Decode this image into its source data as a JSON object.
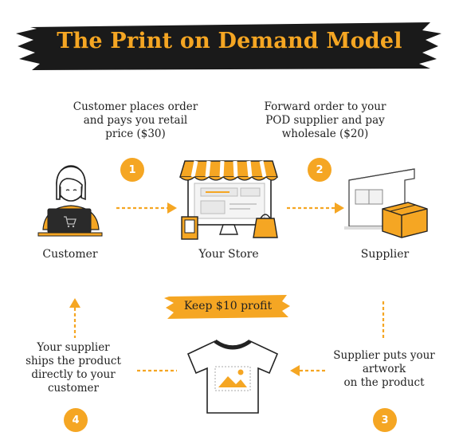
{
  "title": "The Print on Demand Model",
  "steps": [
    {
      "number": "1",
      "text": [
        "Customer places order",
        "and pays you retail",
        "price ($30)"
      ]
    },
    {
      "number": "2",
      "text": [
        "Forward order to your",
        "POD supplier and pay",
        "wholesale ($20)"
      ]
    },
    {
      "number": "3",
      "text": [
        "Supplier puts your",
        "artwork",
        "on the product"
      ]
    },
    {
      "number": "4",
      "text": [
        "Your supplier",
        "ships the product",
        "directly to your",
        "customer"
      ]
    }
  ],
  "nodes": {
    "customer": "Customer",
    "store": "Your Store",
    "supplier": "Supplier"
  },
  "profit": "Keep $10 profit",
  "colors": {
    "accent": "#F5A623",
    "dark": "#222222",
    "brush": "#1a1a1a"
  }
}
